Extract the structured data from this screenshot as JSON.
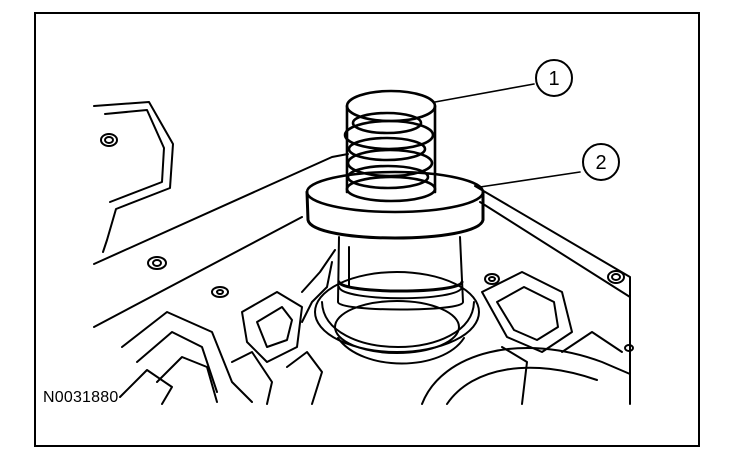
{
  "figure": {
    "id_label": "N0031880",
    "callouts": [
      {
        "number": "1"
      },
      {
        "number": "2"
      }
    ]
  },
  "colors": {
    "line": "#000000",
    "background": "#ffffff"
  }
}
